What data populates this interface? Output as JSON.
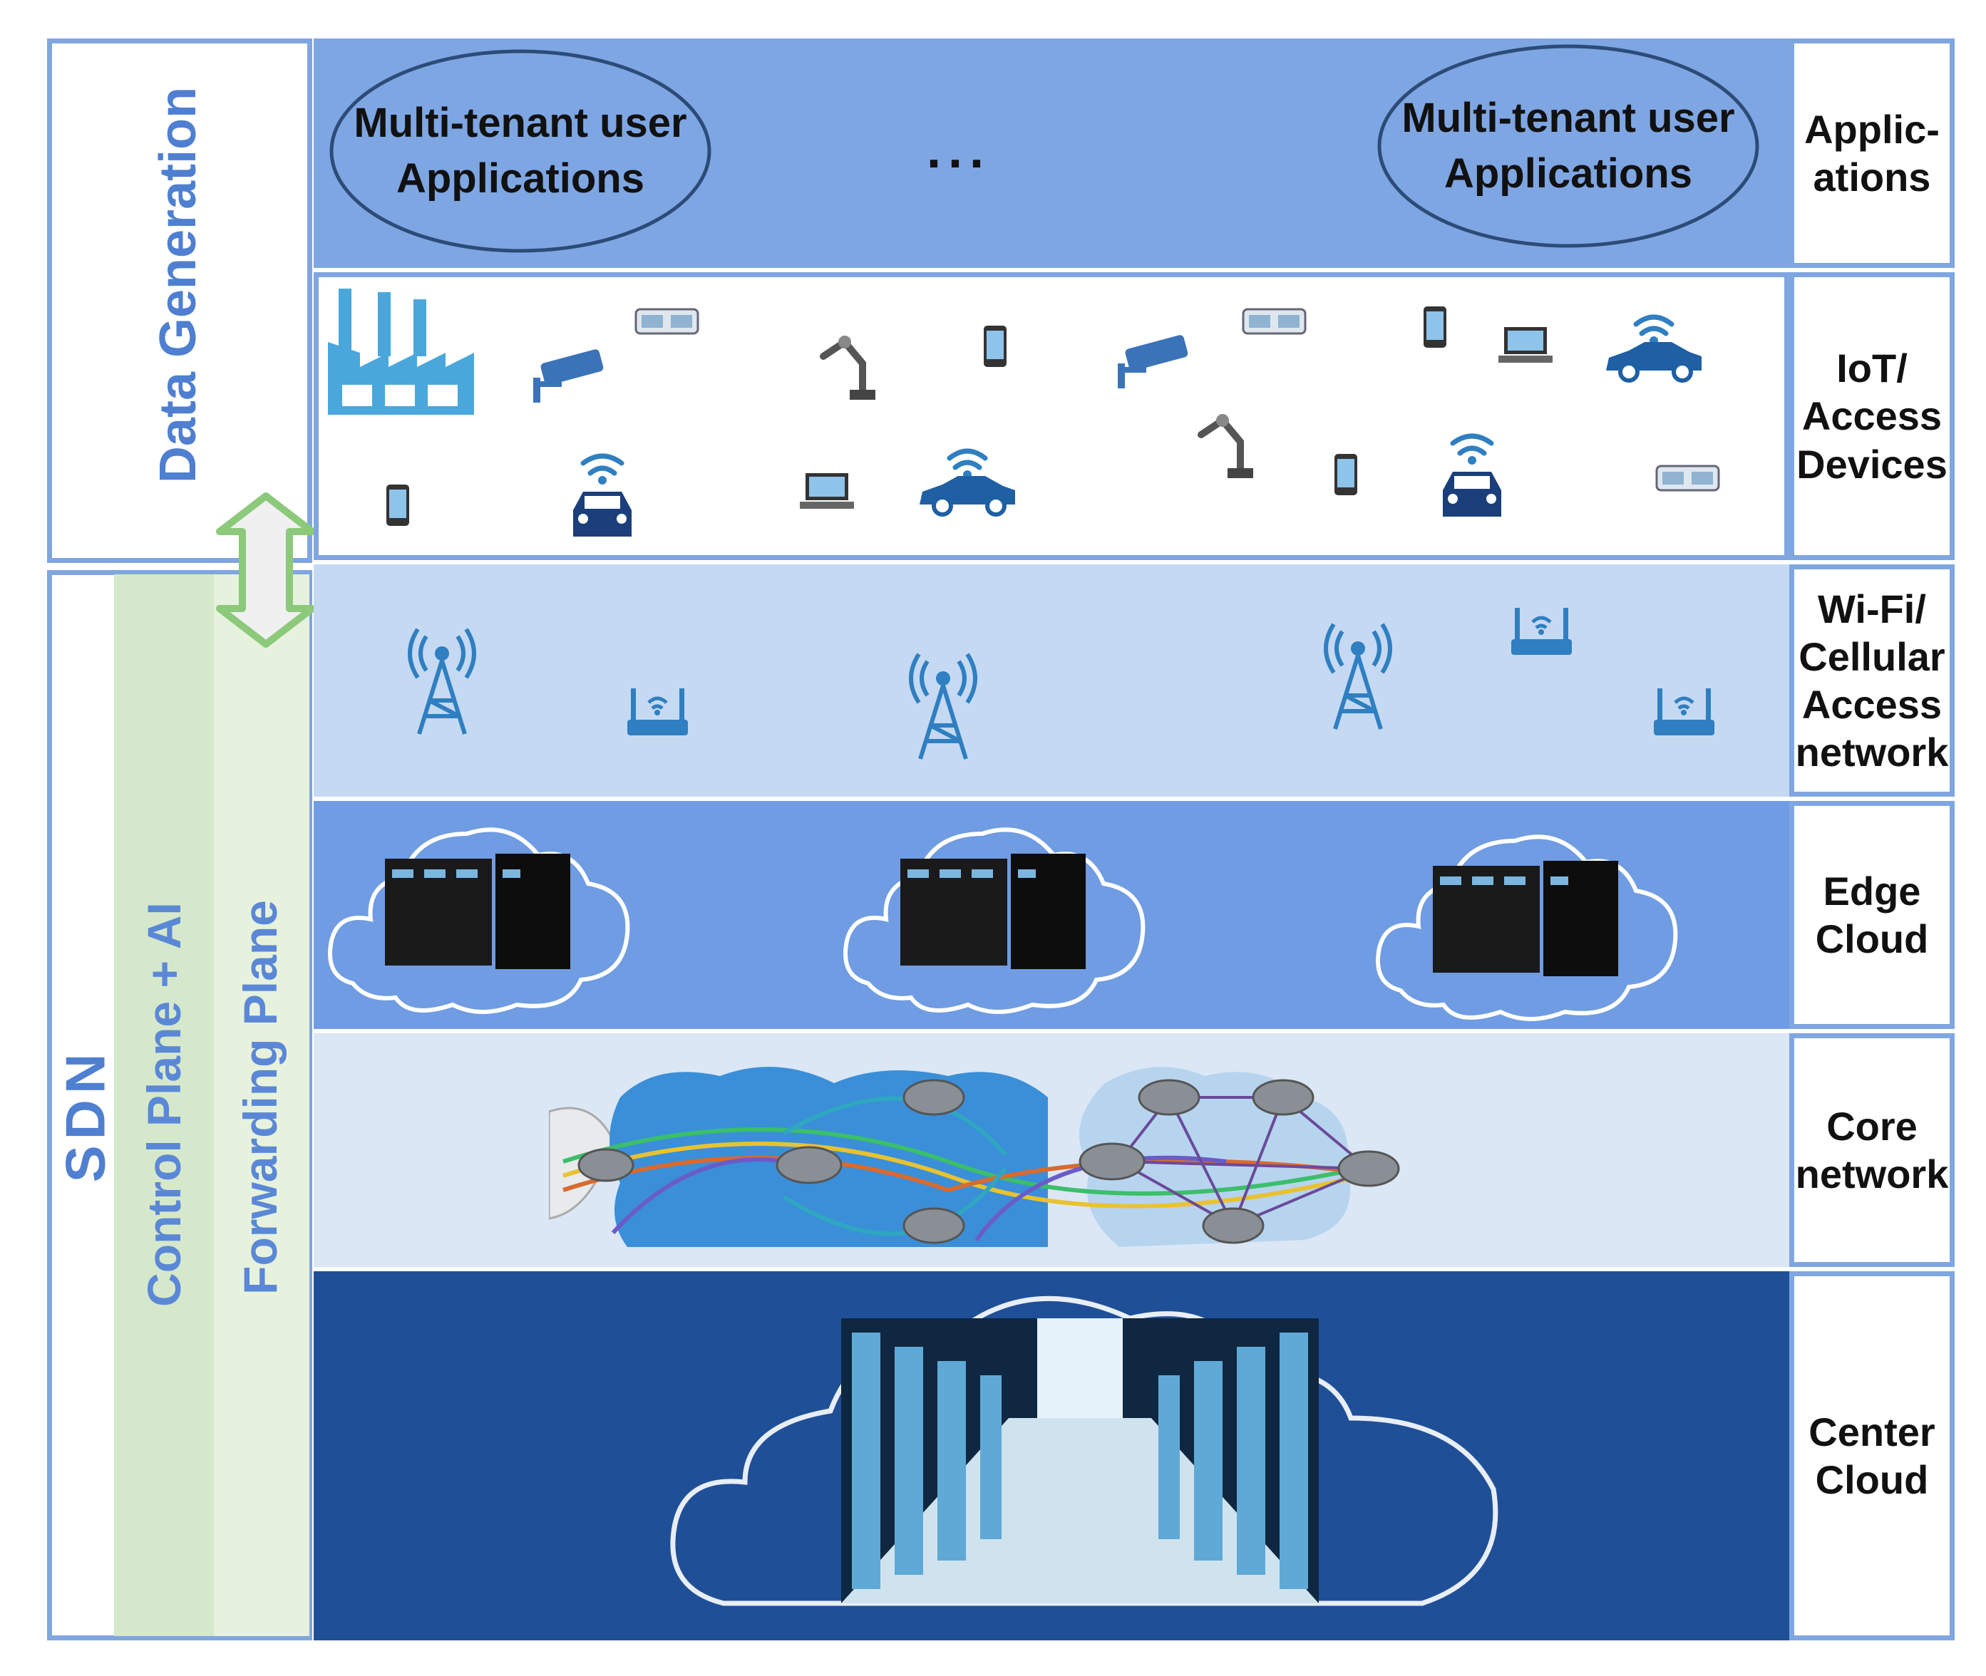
{
  "left": {
    "data_generation": "Data Generation",
    "sdn": "SDN",
    "control_plane": "Control Plane + AI",
    "forwarding_plane": "Forwarding Plane"
  },
  "applications_layer": {
    "tenant_left": "Multi-tenant user\nApplications",
    "tenant_right": "Multi-tenant user\nApplications",
    "ellipsis": "..."
  },
  "layer_labels": [
    "Applic-\nations",
    "IoT/\nAccess\nDevices",
    "Wi-Fi/\nCellular\nAccess\nnetwork",
    "Edge\nCloud",
    "Core\nnetwork",
    "Center\nCloud"
  ],
  "colors": {
    "applications_band": "#7ea6e3",
    "wifi_band": "#c5d9f2",
    "edge_band": "#6f9ce2",
    "core_band": "#dbe7f5",
    "center_band": "#1f4f97",
    "border": "#7fa6e0",
    "control_plane_strip": "#d5e8cc",
    "forwarding_plane_strip": "#e6f2dd",
    "icon_blue": "#2f7fc1"
  },
  "icons": {
    "iot": [
      "factory-icon",
      "camera-icon",
      "vr-glasses-icon",
      "robot-arm-icon",
      "smartphone-icon",
      "laptop-icon",
      "connected-car-icon"
    ],
    "access": [
      "cell-tower-icon",
      "wifi-router-icon"
    ],
    "edge": [
      "server-rack-icon",
      "cloud-icon"
    ],
    "core": [
      "router-icon",
      "network-cloud-icon"
    ],
    "center": [
      "datacenter-aisle-icon",
      "cloud-icon"
    ],
    "connector": "double-arrow-icon"
  }
}
